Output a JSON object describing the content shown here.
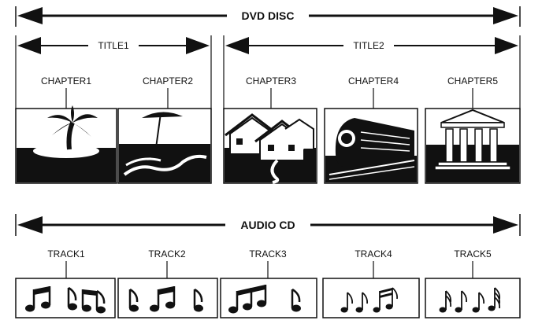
{
  "dvd": {
    "heading": "DVD DISC",
    "titles": [
      "TITLE1",
      "TITLE2"
    ],
    "chapters": [
      "CHAPTER1",
      "CHAPTER2",
      "CHAPTER3",
      "CHAPTER4",
      "CHAPTER5"
    ],
    "chapter_icons": [
      "palm-island-icon",
      "beach-umbrella-icon",
      "houses-icon",
      "train-icon",
      "temple-icon"
    ]
  },
  "cd": {
    "heading": "AUDIO CD",
    "tracks": [
      "TRACK1",
      "TRACK2",
      "TRACK3",
      "TRACK4",
      "TRACK5"
    ],
    "track_icons": [
      "music-notes-icon",
      "music-notes-icon",
      "music-notes-icon",
      "music-notes-icon",
      "music-notes-icon"
    ]
  }
}
